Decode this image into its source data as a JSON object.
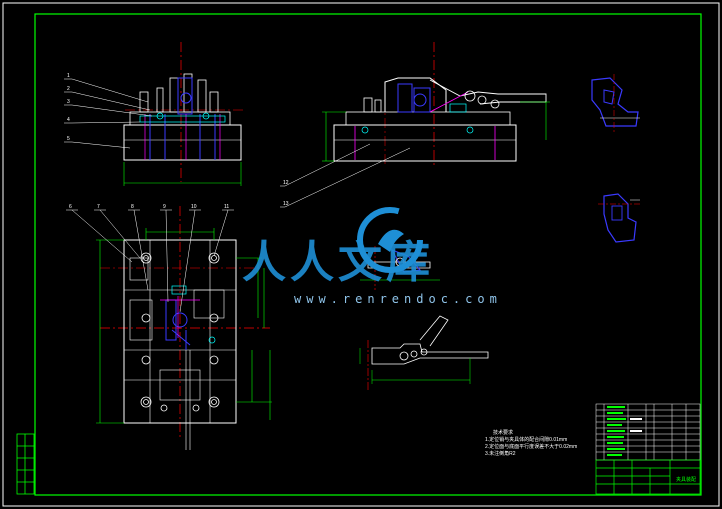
{
  "watermark": {
    "title": "人人文库",
    "url": "www.renrendoc.com"
  },
  "colors": {
    "background": "#000000",
    "frame": "#00ff00",
    "part": "#ffffff",
    "blue": "#3a3aff",
    "centerline": "#ff0000",
    "dimension": "#00ff00",
    "accent": "#ff00ff",
    "cyan": "#00ffff",
    "yellow": "#ffff00"
  },
  "balloons_top": [
    "1",
    "2",
    "3",
    "4",
    "5"
  ],
  "balloons_plan": [
    "6",
    "7",
    "8",
    "9",
    "10",
    "11"
  ],
  "balloons_side": [
    "12",
    "13"
  ],
  "tech_notes": {
    "heading": "技术要求",
    "lines": [
      "1.定位销与夹具体的配合间隙0.01mm",
      "2.定位面与底面平行度误差不大于0.02mm",
      "3.未注倒角R2"
    ]
  },
  "title_block": {
    "name_cell": "夹具装配"
  }
}
